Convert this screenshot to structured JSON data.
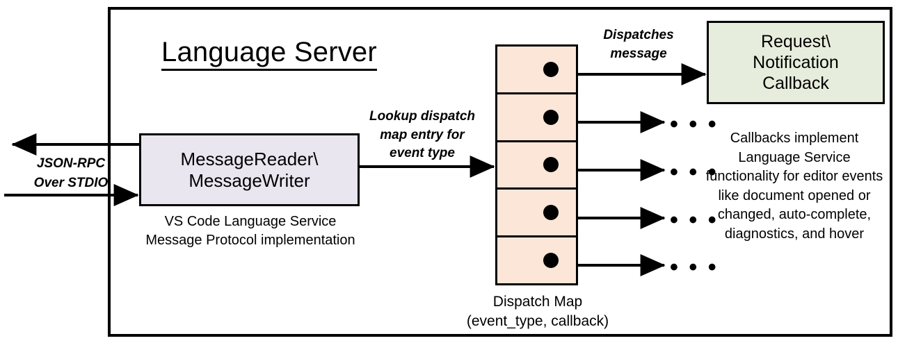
{
  "diagram": {
    "title": "Language Server",
    "frame_name": "language-server-boundary"
  },
  "external_io": {
    "label_line1": "JSON-RPC",
    "label_line2": "Over STDIO",
    "outbound_arrow": "arrow-out-to-client",
    "inbound_arrow": "arrow-in-from-client"
  },
  "message_io": {
    "title_line1": "MessageReader\\",
    "title_line2": "MessageWriter",
    "caption_line1": "VS Code Language Service",
    "caption_line2": "Message Protocol implementation",
    "fill_color": "#EAE6F0"
  },
  "lookup": {
    "line1": "Lookup dispatch",
    "line2": "map entry for",
    "line3": "event type"
  },
  "dispatch_map": {
    "caption_line1": "Dispatch Map",
    "caption_line2": "(event_type, callback)",
    "fill_color": "#FCE6D7",
    "rows": [
      {
        "index": "1"
      },
      {
        "index": "2"
      },
      {
        "index": "3"
      },
      {
        "index": "4"
      },
      {
        "index": "5"
      }
    ]
  },
  "dispatches": {
    "line1": "Dispatches",
    "line2": "message"
  },
  "callback": {
    "title_line1": "Request\\",
    "title_line2": "Notification",
    "title_line3": "Callback",
    "fill_color": "#E7EDDC",
    "caption": "Callbacks implement Language Service functionality for editor events like document opened or changed, auto-complete, diagnostics, and hover"
  },
  "ellipses": {
    "glyph": "• • •"
  },
  "colors": {
    "stroke": "#000000",
    "background": "#FFFFFF"
  }
}
